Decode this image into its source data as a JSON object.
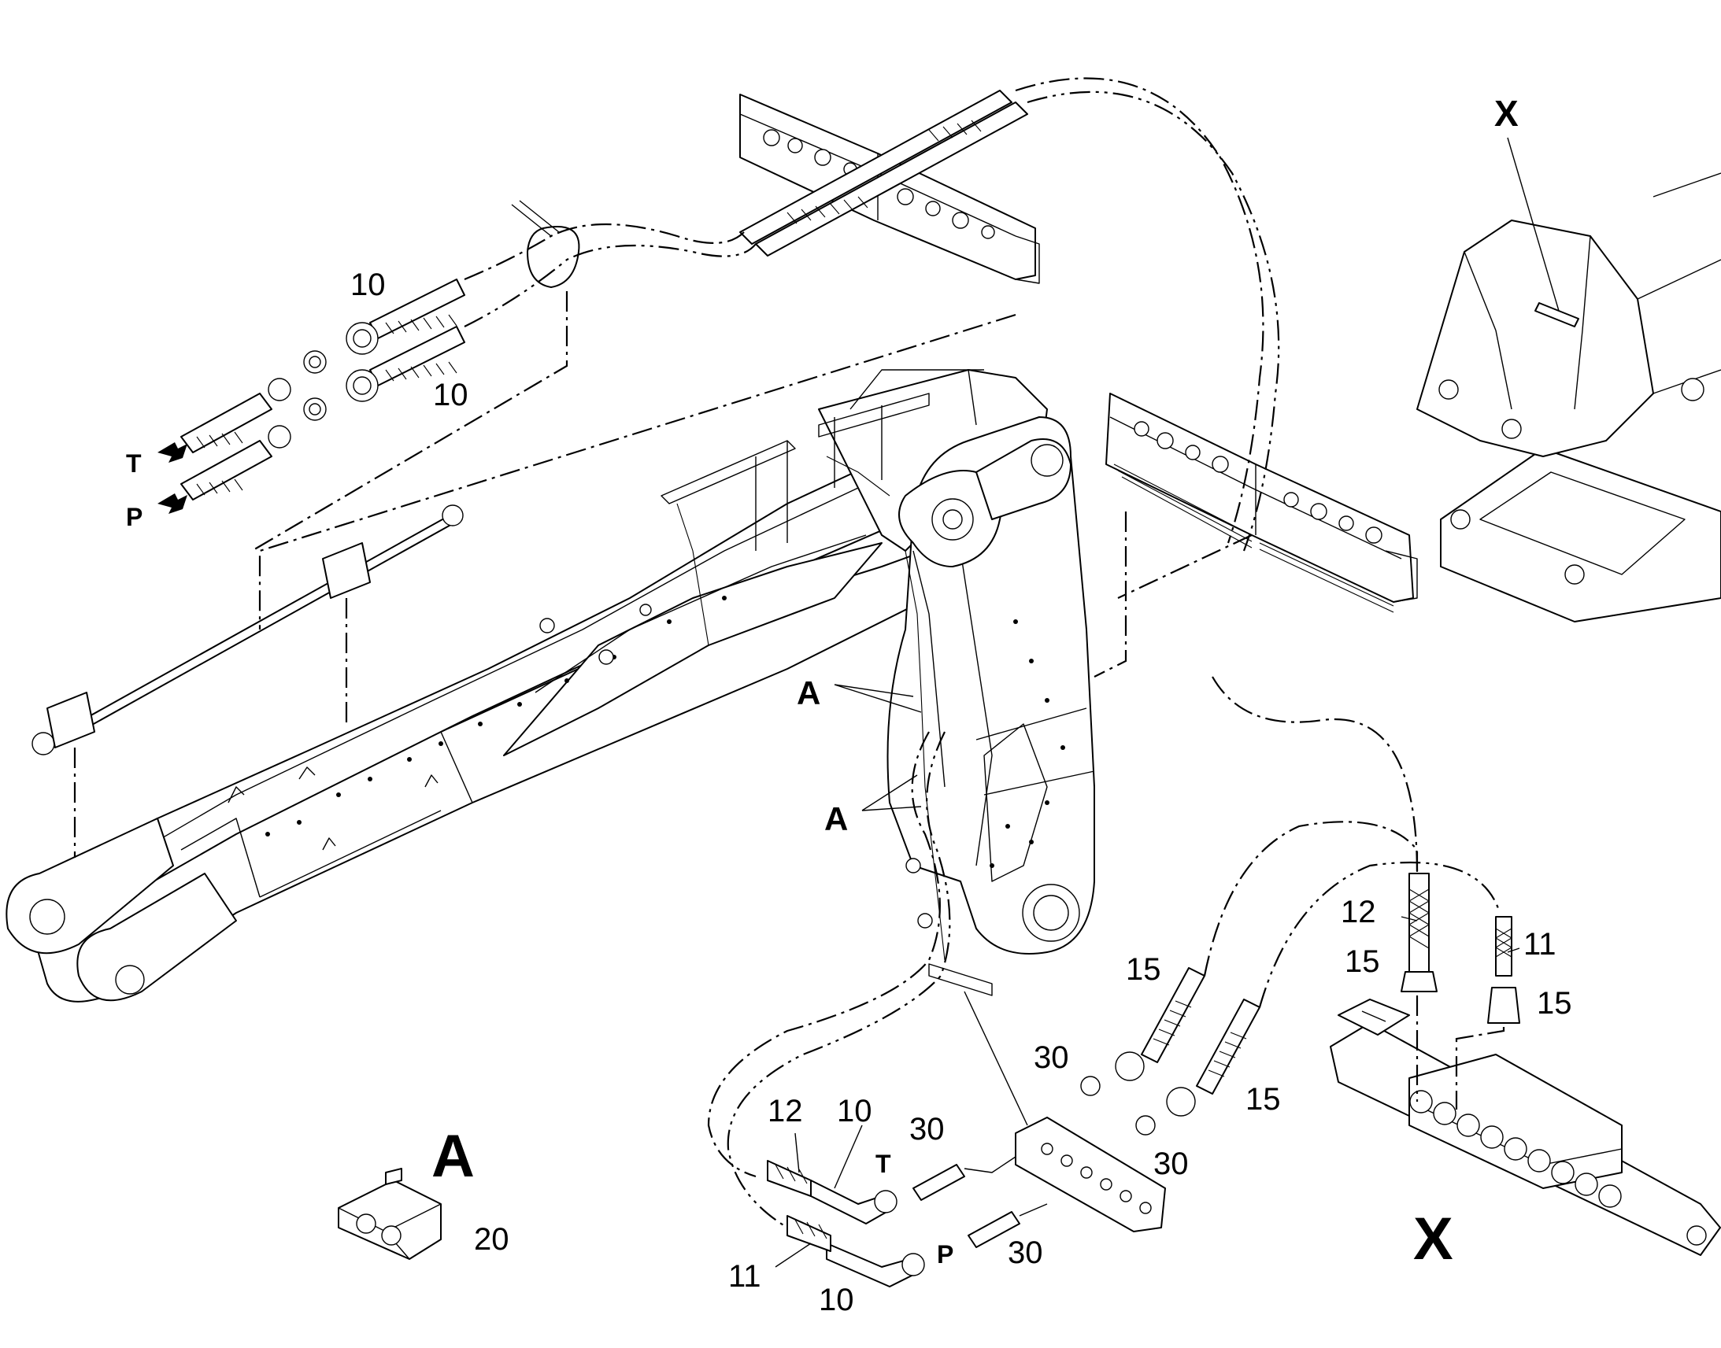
{
  "labels": {
    "ten": "10",
    "eleven": "11",
    "twelve": "12",
    "fifteen": "15",
    "twenty": "20",
    "thirty": "30",
    "A": "A",
    "X": "X",
    "T": "T",
    "P": "P"
  }
}
